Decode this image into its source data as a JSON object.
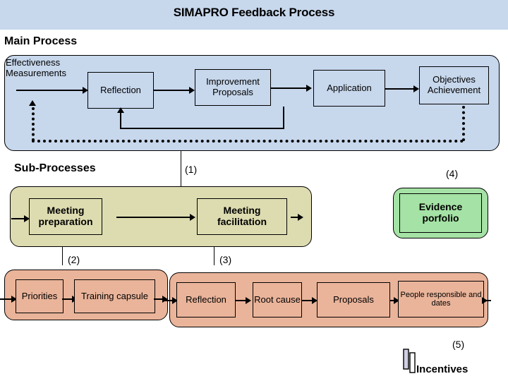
{
  "header": {
    "title": "SIMAPRO Feedback Process",
    "bar_color": "#c7d7ec"
  },
  "sections": {
    "main_process_heading": "Main Process",
    "sub_processes_heading": "Sub-Processes"
  },
  "main_process": {
    "container_color": "#c7d7ec",
    "input_label": "Effectiveness\nMeasurements",
    "nodes": [
      {
        "label": "Reflection"
      },
      {
        "label": "Improvement\nProposals"
      },
      {
        "label": "Application"
      },
      {
        "label": "Objectives\nAchievement"
      }
    ]
  },
  "sub_processes": {
    "container_color": "#dddcb0",
    "nodes": [
      {
        "label": "Meeting\npreparation"
      },
      {
        "label": "Meeting\nfacilitation"
      }
    ]
  },
  "evidence": {
    "container_color": "#a5e2a5",
    "label": "Evidence\nporfolio"
  },
  "detail_row_left": {
    "container_color": "#eab49a",
    "nodes": [
      {
        "label": "Priorities"
      },
      {
        "label": "Training capsule"
      }
    ]
  },
  "detail_row_right": {
    "container_color": "#eab49a",
    "nodes": [
      {
        "label": "Reflection"
      },
      {
        "label": "Root\ncause"
      },
      {
        "label": "Proposals"
      },
      {
        "label": "People responsible\nand dates"
      }
    ]
  },
  "markers": {
    "m1": "(1)",
    "m2": "(2)",
    "m3": "(3)",
    "m4": "(4)",
    "m5": "(5)"
  },
  "incentives": {
    "label": "Incentives",
    "icon": "stacked-bars-icon"
  }
}
